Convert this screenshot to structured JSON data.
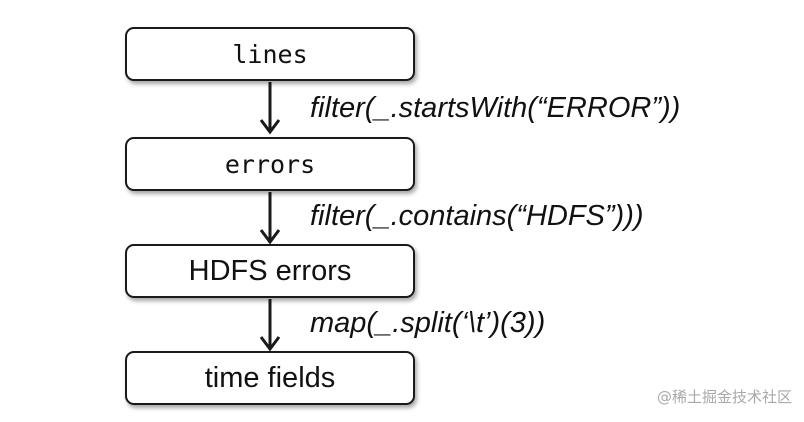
{
  "nodes": [
    {
      "label": "lines"
    },
    {
      "label": "errors"
    },
    {
      "label": "HDFS errors"
    },
    {
      "label": "time fields"
    }
  ],
  "edges": [
    {
      "label": "filter(_.startsWith(“ERROR”))"
    },
    {
      "label": "filter(_.contains(“HDFS”)))"
    },
    {
      "label": "map(_.split(‘\\t’)(3))"
    }
  ],
  "watermark": "@稀土掘金技术社区",
  "colors": {
    "stroke": "#1a1a1a",
    "text": "#111111",
    "watermark": "#a9a9a9"
  }
}
